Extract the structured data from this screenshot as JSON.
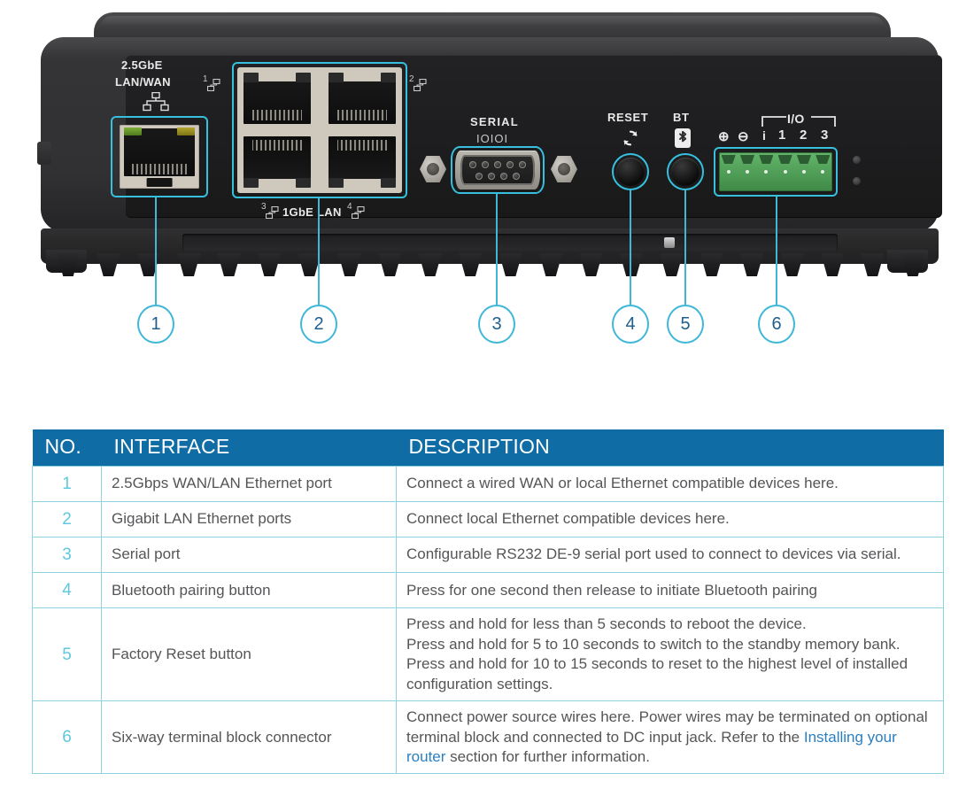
{
  "device": {
    "name": "router-rear-panel-diagram",
    "silkscreen": {
      "wan_line1": "2.5GbE",
      "wan_line2": "LAN/WAN",
      "port1_num": "1",
      "port2_num": "2",
      "port3_num": "3",
      "port4_num": "4",
      "lan_label": "1GbE LAN",
      "serial_label": "SERIAL",
      "serial_glyph": "IOIOI",
      "reset_label": "RESET",
      "bt_label": "BT",
      "io_label": "I/O",
      "io_plus": "⊕",
      "io_minus": "⊖",
      "io_i": "i",
      "io_1": "1",
      "io_2": "2",
      "io_3": "3"
    },
    "callouts": [
      {
        "id": "1",
        "label": "1"
      },
      {
        "id": "2",
        "label": "2"
      },
      {
        "id": "3",
        "label": "3"
      },
      {
        "id": "4",
        "label": "4"
      },
      {
        "id": "5",
        "label": "5"
      },
      {
        "id": "6",
        "label": "6"
      }
    ],
    "colors": {
      "highlight": "#36c0de",
      "callout_line": "#3fb8d8",
      "callout_text": "#1e5f8e",
      "terminal_block": "#63b46a",
      "led_green": "#7fae3a",
      "led_amber": "#b2a62e"
    }
  },
  "table": {
    "headers": {
      "no": "NO.",
      "interface": "INTERFACE",
      "description": "DESCRIPTION"
    },
    "header_bg": "#106ca4",
    "border_color": "#8fd3e0",
    "number_color": "#5ec8de",
    "link_color": "#2a7fc1",
    "rows": [
      {
        "no": "1",
        "interface": "2.5Gbps WAN/LAN Ethernet port",
        "description": "Connect a wired WAN or local Ethernet compatible devices here."
      },
      {
        "no": "2",
        "interface": "Gigabit LAN Ethernet ports",
        "description": "Connect local Ethernet compatible devices here."
      },
      {
        "no": "3",
        "interface": "Serial port",
        "description": "Configurable RS232 DE-9 serial port used to connect to devices via serial."
      },
      {
        "no": "4",
        "interface": "Bluetooth pairing button",
        "description": "Press for one second then release to initiate Bluetooth pairing"
      },
      {
        "no": "5",
        "interface": "Factory Reset button",
        "description_lines": [
          "Press and hold for less than 5 seconds to reboot the device.",
          "Press and hold for 5 to 10 seconds to switch to the standby memory bank.",
          "Press and hold for 10 to 15 seconds to reset to the highest level of installed configuration settings."
        ]
      },
      {
        "no": "6",
        "interface": "Six-way terminal block connector",
        "description_pre": "Connect power source wires here. Power wires may be terminated on optional terminal block and connected to DC input jack. Refer to the ",
        "description_link": "Installing your router",
        "description_post": " section for further information."
      }
    ]
  }
}
